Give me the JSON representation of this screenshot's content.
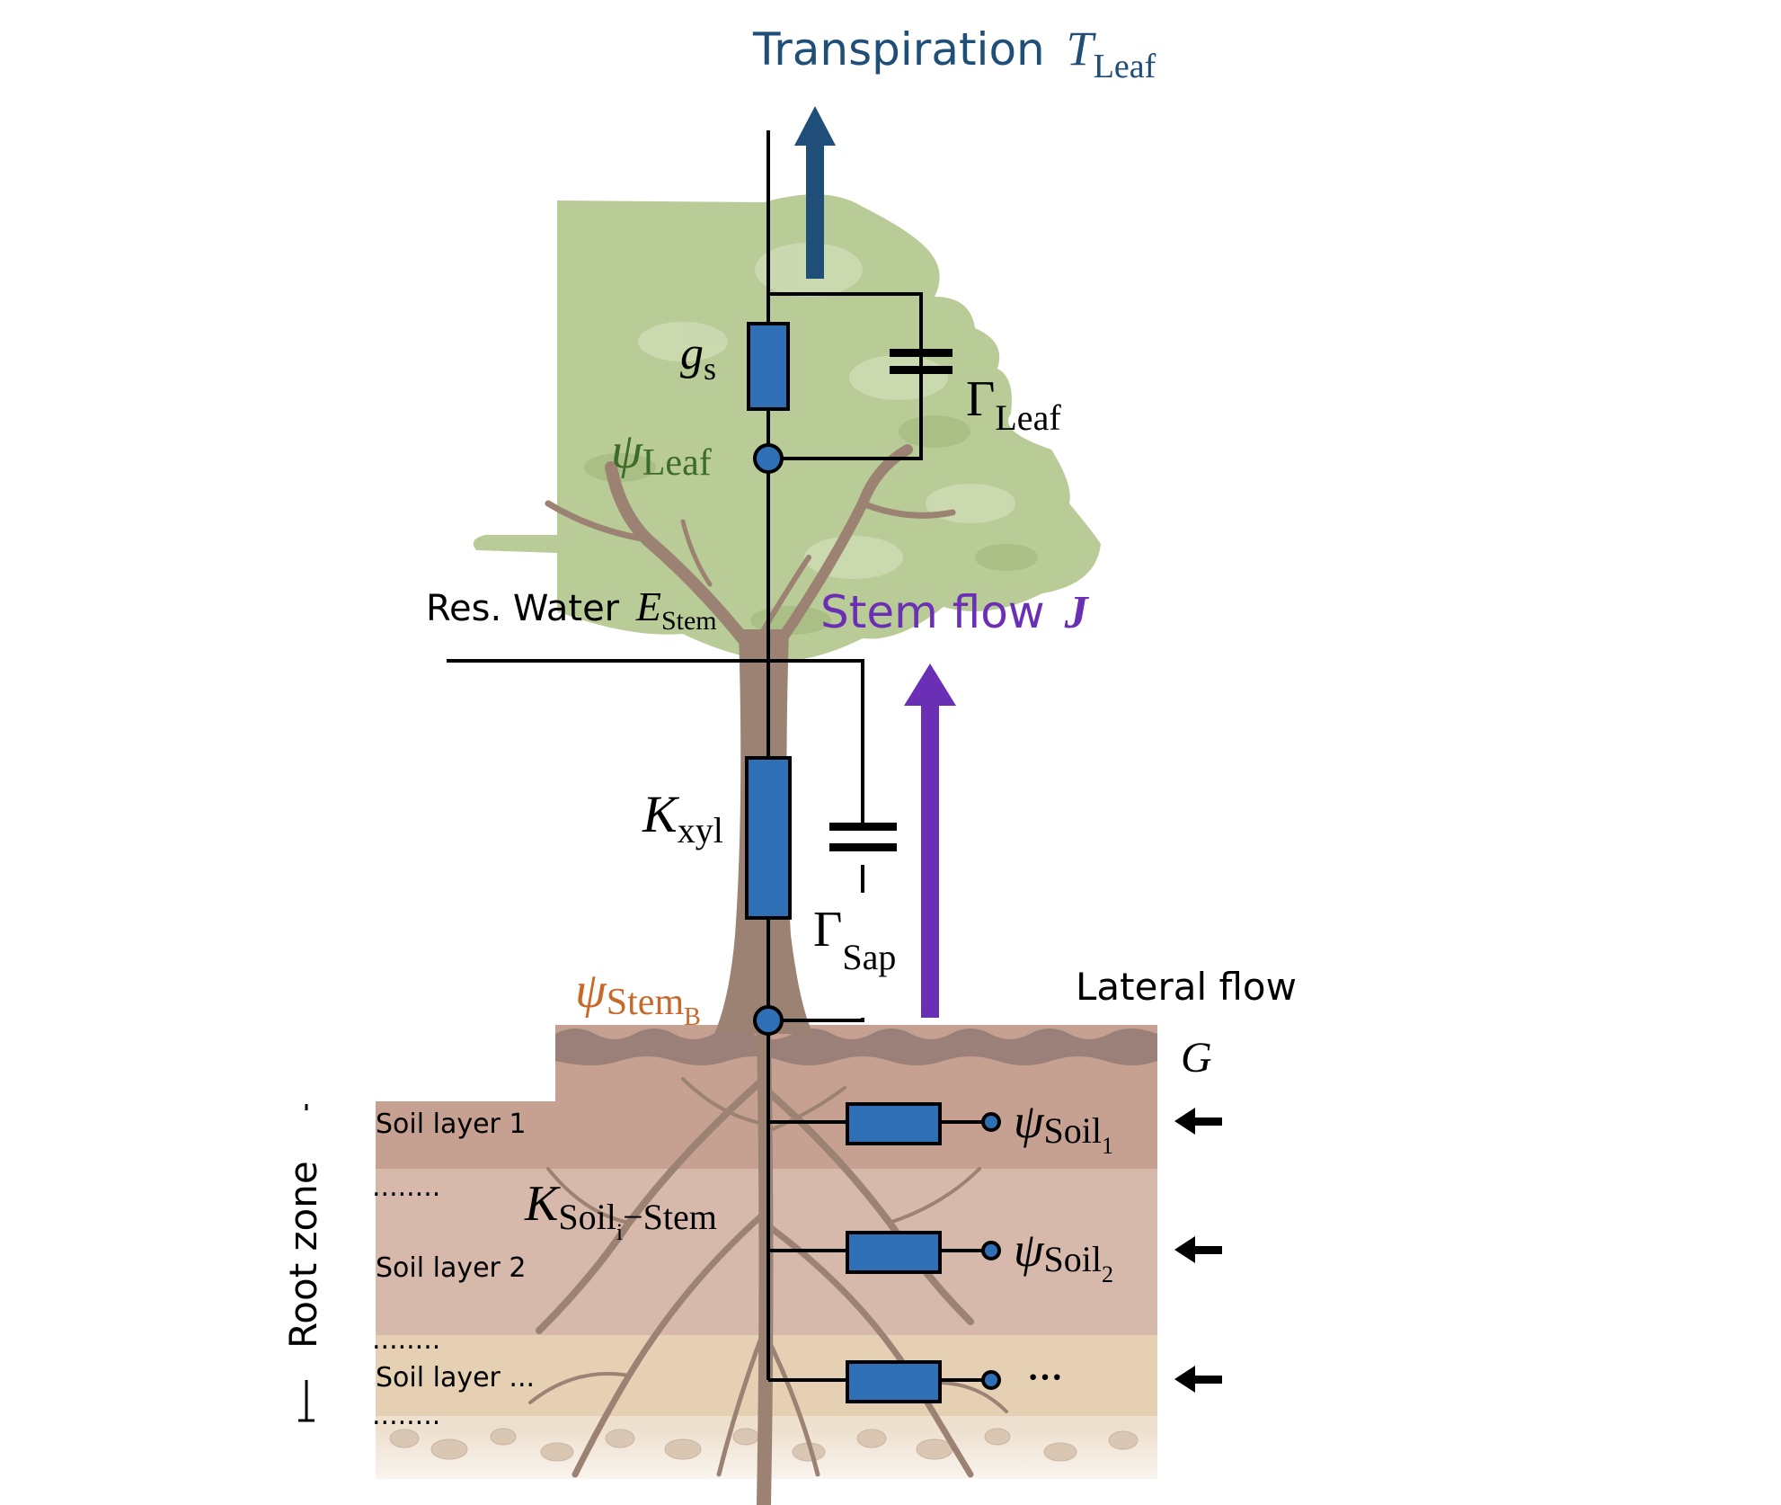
{
  "labels": {
    "transpiration_text": "Transpiration",
    "transpiration_symbol": "T",
    "transpiration_sub": "Leaf",
    "gs_symbol": "g",
    "gs_sub": "s",
    "gamma_leaf_symbol": "Γ",
    "gamma_leaf_sub": "Leaf",
    "psi_leaf_symbol": "ψ",
    "psi_leaf_sub": "Leaf",
    "res_water_text": "Res. Water",
    "res_water_symbol": "E",
    "res_water_sub": "Stem",
    "stem_flow_text": "Stem flow",
    "stem_flow_symbol": "J",
    "kxyl_symbol": "K",
    "kxyl_sub": "xyl",
    "gamma_sap_symbol": "Γ",
    "gamma_sap_sub": "Sap",
    "psi_stemb_symbol": "ψ",
    "psi_stemb_sub": "Stem",
    "psi_stemb_subsub": "B",
    "lateral_flow_text": "Lateral flow",
    "lateral_flow_symbol": "G",
    "ksoil_symbol": "K",
    "ksoil_sub_a": "Soil",
    "ksoil_sub_i": "i",
    "ksoil_sub_b": "−Stem",
    "psi_soil1_symbol": "ψ",
    "psi_soil1_sub": "Soil",
    "psi_soil1_subsub": "1",
    "psi_soil2_symbol": "ψ",
    "psi_soil2_sub": "Soil",
    "psi_soil2_subsub": "2",
    "psi_soil3_text": "···",
    "root_zone": "Root zone",
    "soil_layers": [
      "Soil layer 1",
      "Soil layer 2",
      "Soil layer ..."
    ],
    "dots": "........"
  },
  "colors": {
    "transpiration": "#1f4e79",
    "stem_flow": "#6a2fb5",
    "psi_leaf": "#3d6b2a",
    "psi_stem": "#c8692a",
    "component_fill": "#2e6fb5",
    "canopy": "#b9cc97",
    "trunk": "#9b8272",
    "soil_layer1": "#c6a090",
    "soil_layer2": "#d7b9ab",
    "soil_layer3": "#e5d0b4"
  }
}
